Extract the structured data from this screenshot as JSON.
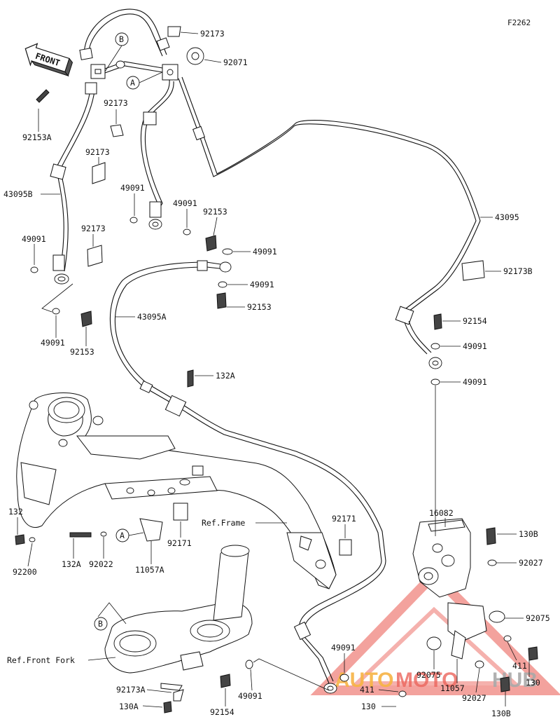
{
  "diagram_code": "F2262",
  "front_label": "FRONT",
  "watermark": {
    "text_auto": "AUTO",
    "text_moto": "MOTO",
    "text_hub": "HUB",
    "color_red": "#e8493f",
    "color_orange": "#f5a623",
    "color_gray": "#9a9a9a"
  },
  "references": {
    "A": "A",
    "B": "B"
  },
  "ref_labels": {
    "frame": "Ref.Frame",
    "front_fork": "Ref.Front Fork"
  },
  "parts": {
    "p92173_top": "92173",
    "p92071": "92071",
    "p92153A": "92153A",
    "p92173_a": "92173",
    "p92173_b": "92173",
    "p43095B": "43095B",
    "p49091_a": "49091",
    "p49091_b": "49091",
    "p92153_a": "92153",
    "p49091_c": "49091",
    "p92173_c": "92173",
    "p49091_d": "49091",
    "p49091_e": "49091",
    "p92153_b": "92153",
    "p43095": "43095",
    "p92173B": "92173B",
    "p49091_f": "49091",
    "p92153_c": "92153",
    "p43095A": "43095A",
    "p92154_a": "92154",
    "p49091_g": "49091",
    "p49091_h": "49091",
    "p132A_a": "132A",
    "p132": "132",
    "p92200": "92200",
    "p132A_b": "132A",
    "p92022": "92022",
    "p11057A": "11057A",
    "p92171_a": "92171",
    "p92171_b": "92171",
    "p16082": "16082",
    "p130B_a": "130B",
    "p92027_a": "92027",
    "p92075_a": "92075",
    "p49091_i": "49091",
    "p411_a": "411",
    "p92075_b": "92075",
    "p411_b": "411",
    "p11057": "11057",
    "p92027_b": "92027",
    "p130_a": "130",
    "p130_b": "130",
    "p130B_b": "130B",
    "p92173A": "92173A",
    "p130A": "130A",
    "p92154_b": "92154",
    "p49091_j": "49091"
  }
}
